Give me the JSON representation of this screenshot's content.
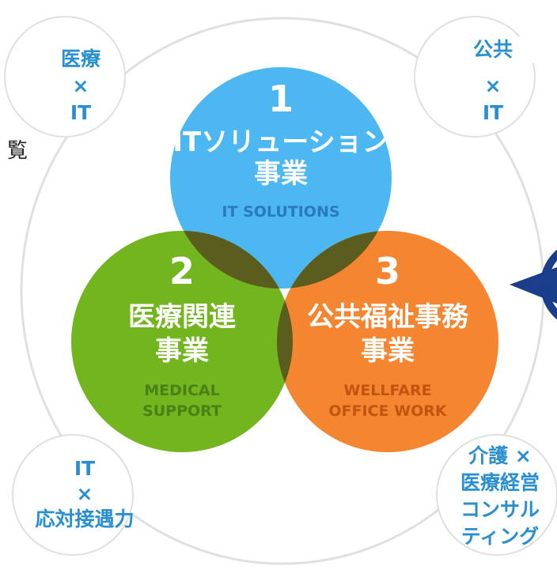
{
  "stray_text": "覧",
  "circles": [
    {
      "number": "1",
      "title_lines": [
        "ITソリューション",
        "事業"
      ],
      "english_lines": [
        "IT SOLUTIONS"
      ],
      "color": "#4db7f1",
      "english_color": "#2a78bd"
    },
    {
      "number": "2",
      "title_lines": [
        "医療関連",
        "事業"
      ],
      "english_lines": [
        "MEDICAL",
        "SUPPORT"
      ],
      "color": "#73b51e",
      "english_color": "#4b8016"
    },
    {
      "number": "3",
      "title_lines": [
        "公共福祉事務",
        "事業"
      ],
      "english_lines": [
        "WELLFARE",
        "OFFICE WORK"
      ],
      "color": "#f58631",
      "english_color": "#c25410"
    }
  ],
  "overlaps": {
    "lens_color": "#5a5d1e",
    "center_color": "#3f4a1e"
  },
  "corners": [
    {
      "position": "top-left",
      "lines": [
        "医療",
        "×",
        "IT"
      ]
    },
    {
      "position": "top-right",
      "lines": [
        "公共",
        "×",
        "IT"
      ]
    },
    {
      "position": "bottom-left",
      "lines": [
        "IT",
        "×",
        "応対接遇力"
      ]
    },
    {
      "position": "bottom-right",
      "lines": [
        "介護 ×",
        "医療経営",
        "コンサル",
        "ティング"
      ]
    }
  ],
  "colors": {
    "corner_text": "#2a8fd0",
    "outline": "#e0e0e0",
    "compass": "#1a3d8c"
  }
}
